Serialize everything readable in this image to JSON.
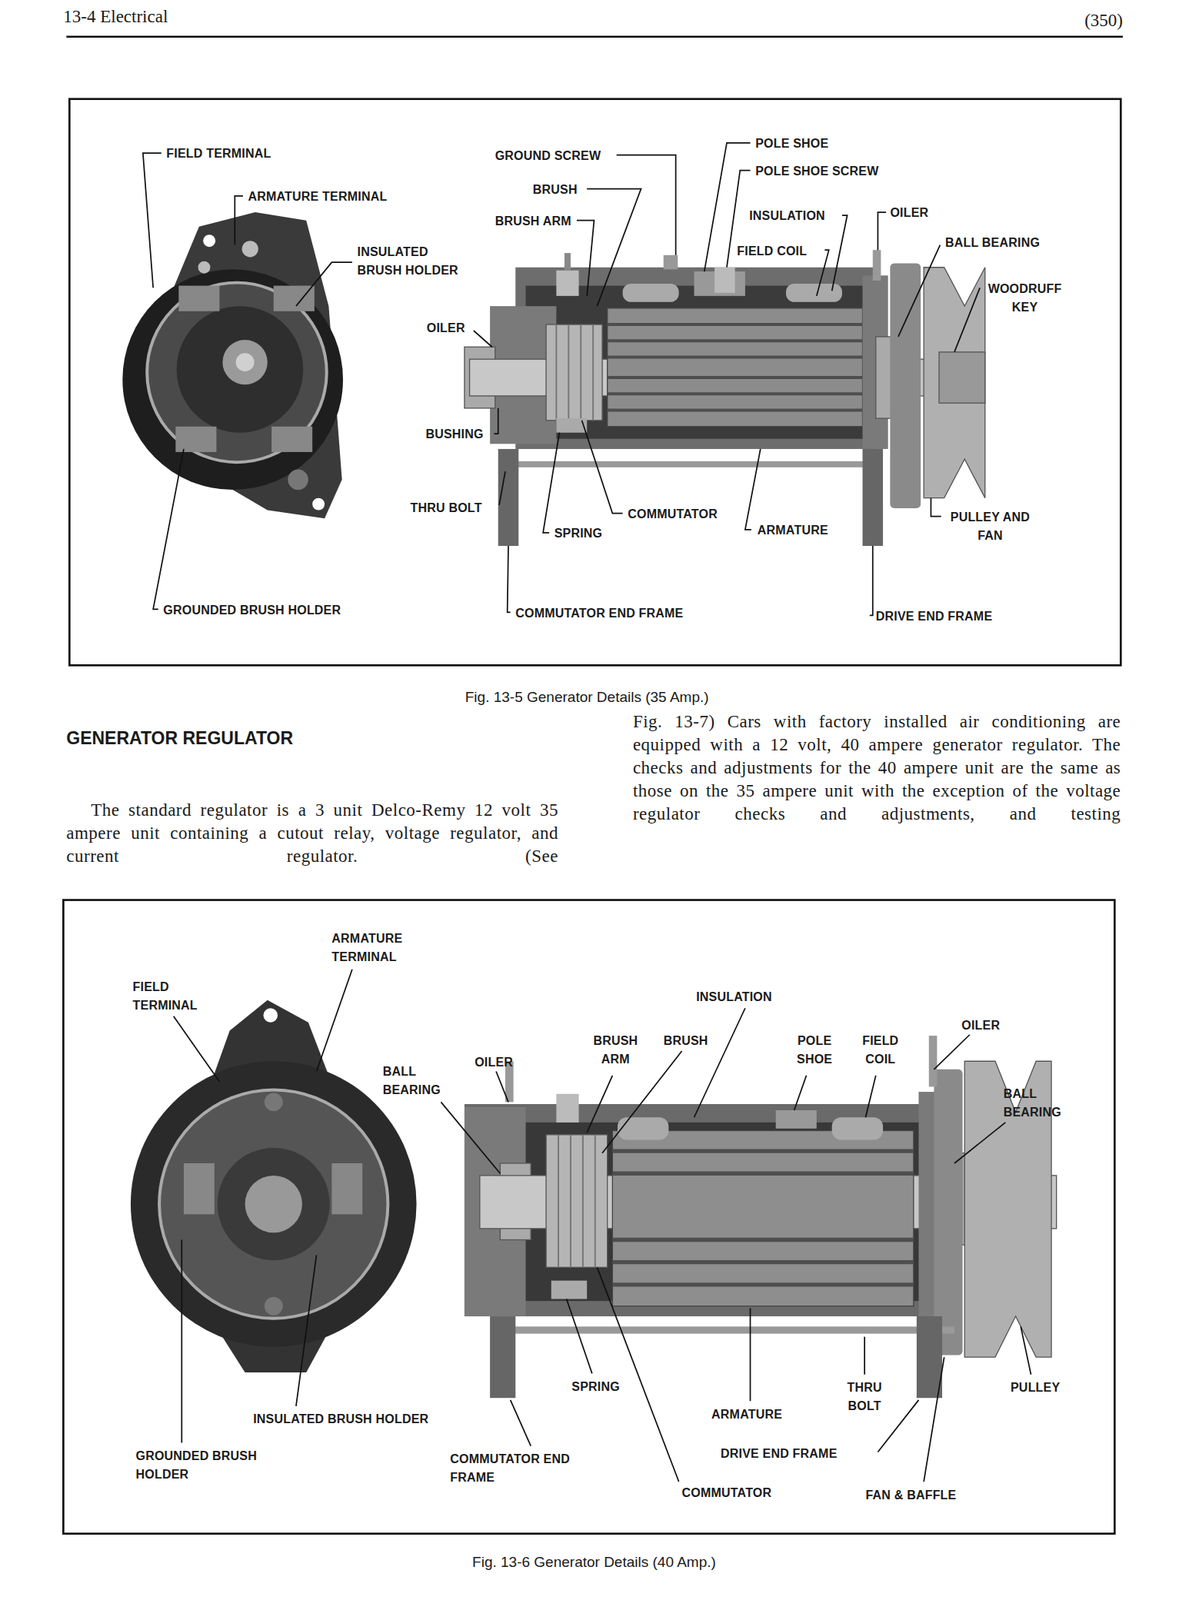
{
  "diagram": {
    "labels": [
      "13-4 Electrical",
      "(350)",
      "FIELD TERMINAL",
      "ARMATURE TERMINAL",
      "INSULATED BRUSH HOLDER",
      "GROUND SCREW",
      "BRUSH",
      "BRUSH ARM",
      "OILER",
      "BUSHING",
      "THRU BOLT",
      "COMMUTATOR",
      "SPRING",
      "ARMATURE",
      "POLE SHOE",
      "POLE SHOE SCREW",
      "INSULATION",
      "FIELD COIL",
      "OILER",
      "BALL BEARING",
      "WOODRUFF KEY",
      "PULLEY AND FAN",
      "GROUNDED BRUSH HOLDER",
      "COMMUTATOR END FRAME",
      "DRIVE END FRAME",
      "Fig. 13-5 Generator Details (35 Amp.)",
      "GENERATOR REGULATOR",
      "The standard regulator is a 3 unit Delco-Remy 12 volt 35 ampere unit containing a cutout relay, voltage regulator, and current regulator. (See",
      "Fig. 13-7) Cars with factory installed air conditioning are equipped with a 12 volt, 40 ampere generator regulator. The checks and adjustments for the 40 ampere unit are the same as those on the 35 ampere unit with the exception of the voltage regulator checks and adjustments, and testing",
      "ARMATURE TERMINAL",
      "FIELD TERMINAL",
      "INSULATION",
      "OILER",
      "BRUSH ARM",
      "BRUSH",
      "POLE SHOE",
      "FIELD COIL",
      "OILER",
      "BALL BEARING",
      "BALL BEARING",
      "SPRING",
      "THRU BOLT",
      "PULLEY",
      "INSULATED BRUSH HOLDER",
      "ARMATURE",
      "GROUNDED BRUSH HOLDER",
      "COMMUTATOR END FRAME",
      "DRIVE END FRAME",
      "COMMUTATOR",
      "FAN & BAFFLE",
      "Fig. 13-6 Generator Details (40 Amp.)"
    ]
  }
}
